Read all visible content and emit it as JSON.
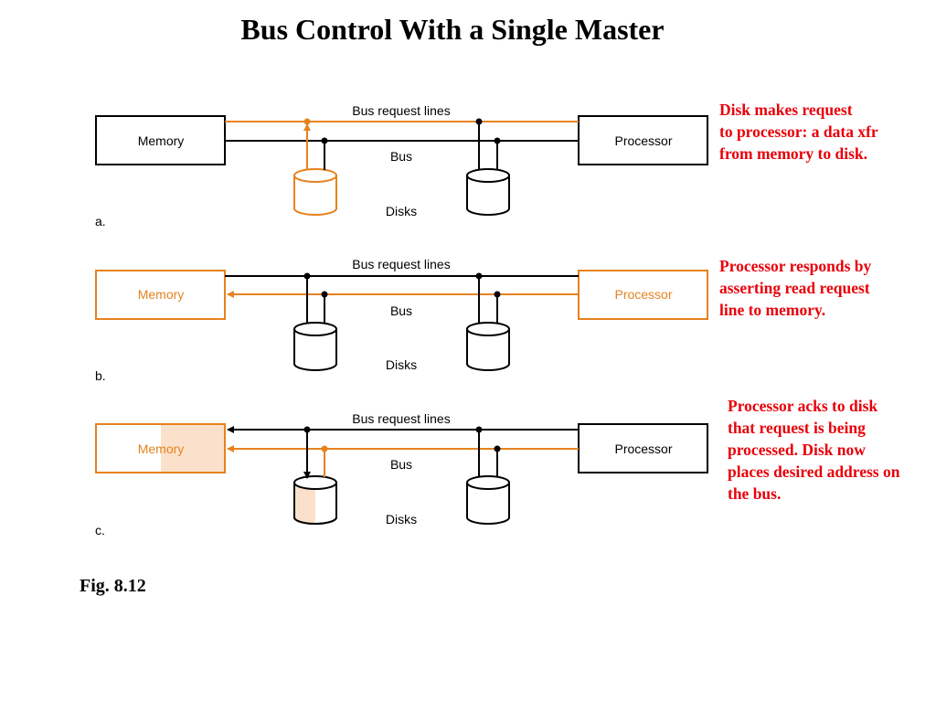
{
  "title": "Bus Control With a Single Master",
  "figure_label": "Fig. 8.12",
  "colors": {
    "active": "#e6821e",
    "active_fill": "#fbe1cb",
    "caption": "#e8000a",
    "line": "#000000"
  },
  "panels": [
    {
      "id": "a",
      "label": "a.",
      "memory_label": "Memory",
      "processor_label": "Processor",
      "bus_request_label": "Bus request lines",
      "bus_label": "Bus",
      "disks_label": "Disks",
      "caption": "Disk makes request\nto processor: a data xfr\nfrom memory to disk."
    },
    {
      "id": "b",
      "label": "b.",
      "memory_label": "Memory",
      "processor_label": "Processor",
      "bus_request_label": "Bus request lines",
      "bus_label": "Bus",
      "disks_label": "Disks",
      "caption": "Processor responds by\nasserting read request\nline to memory."
    },
    {
      "id": "c",
      "label": "c.",
      "memory_label": "Memory",
      "processor_label": "Processor",
      "bus_request_label": "Bus request lines",
      "bus_label": "Bus",
      "disks_label": "Disks",
      "caption": "Processor acks to disk\nthat request is being\nprocessed.  Disk now\nplaces desired address on\nthe bus."
    }
  ]
}
